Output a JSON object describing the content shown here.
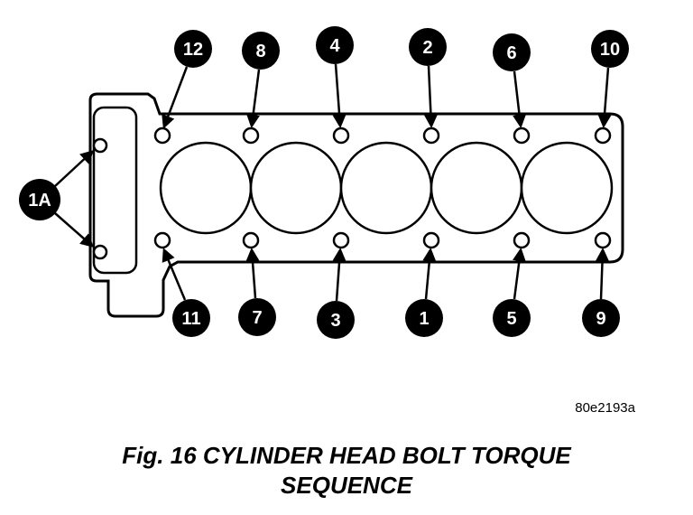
{
  "figure": {
    "caption": {
      "line1": "Fig. 16 CYLINDER HEAD BOLT TORQUE",
      "line2": "SEQUENCE"
    },
    "part_code": "80e2193a"
  },
  "diagram": {
    "type": "cylinder-head-bolt-torque-sequence",
    "cylinder_count": 5,
    "side_label": "1A",
    "top_sequence": [
      "12",
      "8",
      "4",
      "2",
      "6",
      "10"
    ],
    "bottom_sequence": [
      "11",
      "7",
      "3",
      "1",
      "5",
      "9"
    ],
    "colors": {
      "line": "#000000",
      "badge": "#000000",
      "badge_text": "#ffffff",
      "background": "#ffffff"
    }
  }
}
